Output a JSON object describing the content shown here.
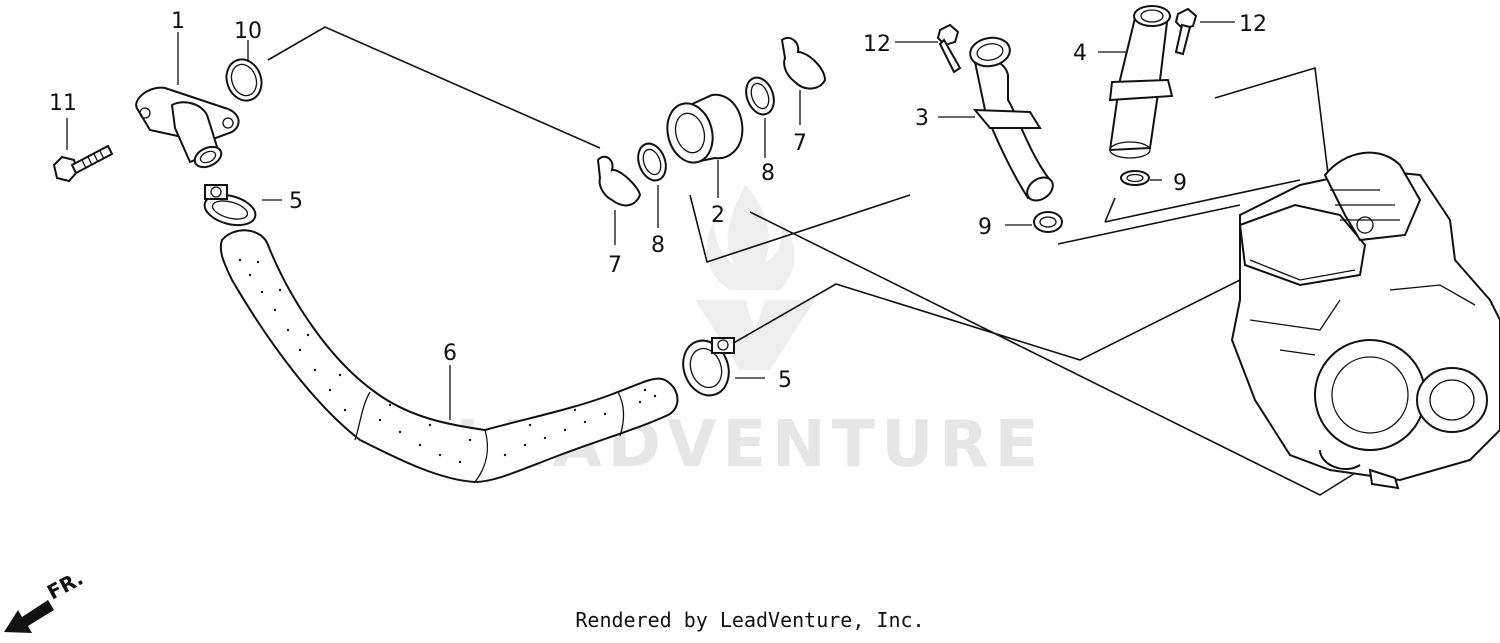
{
  "callouts": {
    "p1": "1",
    "p2": "2",
    "p3": "3",
    "p4": "4",
    "p5a": "5",
    "p5b": "5",
    "p6": "6",
    "p7a": "7",
    "p7b": "7",
    "p8a": "8",
    "p8b": "8",
    "p9a": "9",
    "p9b": "9",
    "p10": "10",
    "p11": "11",
    "p12a": "12",
    "p12b": "12"
  },
  "direction_label": "FR.",
  "watermark": "LEADVENTURE",
  "footer": "Rendered by LeadVenture, Inc."
}
